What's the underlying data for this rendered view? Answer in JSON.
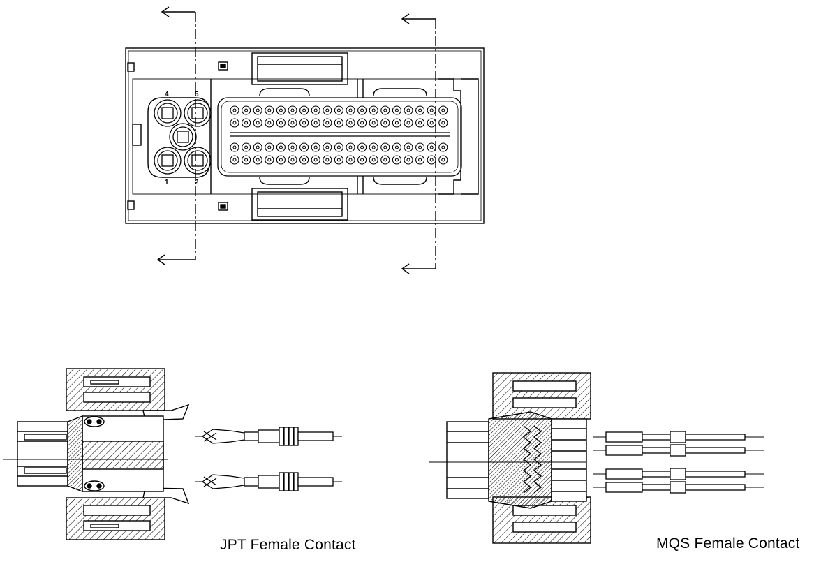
{
  "captions": {
    "jpt": "JPT  Female Contact",
    "mqs": "MQS  Female Contact"
  },
  "pin_labels": {
    "p1": "1",
    "p2": "2",
    "p4": "4",
    "p5": "5"
  },
  "colors": {
    "line": "#000000",
    "background": "#ffffff"
  }
}
